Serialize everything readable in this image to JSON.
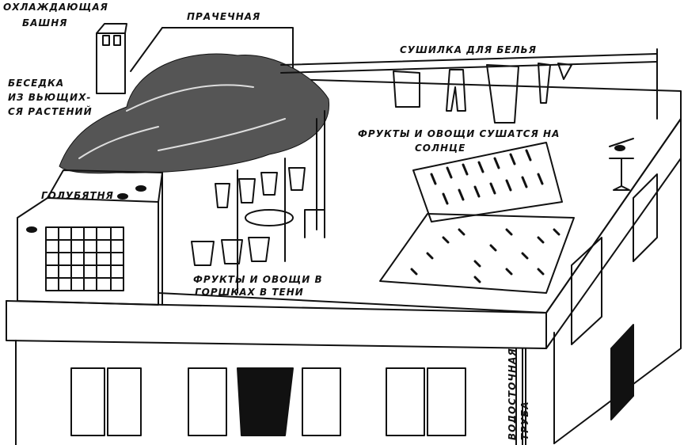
{
  "labels": {
    "cooling_tower": [
      "ОХЛАЖДАЮЩАЯ",
      "БАШНЯ"
    ],
    "laundry": "ПРАЧЕЧНАЯ",
    "arbor": [
      "БЕСЕДКА",
      "ИЗ ВЬЮЩИХ-",
      "СЯ РАСТЕНИЙ"
    ],
    "clothes_dryer": "СУШИЛКА ДЛЯ БЕЛЬЯ",
    "sun_drying": [
      "ФРУКТЫ И ОВОЩИ СУШАТСЯ НА",
      "СОЛНЦЕ"
    ],
    "dovecote": "ГОЛУБЯТНЯ",
    "pots_in_shade": [
      "ФРУКТЫ И ОВОЩИ В",
      "ГОРШКАХ В ТЕНИ"
    ],
    "drainpipe": [
      "ВОДОСТОЧНАЯ",
      "ТРУБА"
    ]
  },
  "colors": {
    "ink": "#111111",
    "paper": "#ffffff"
  }
}
